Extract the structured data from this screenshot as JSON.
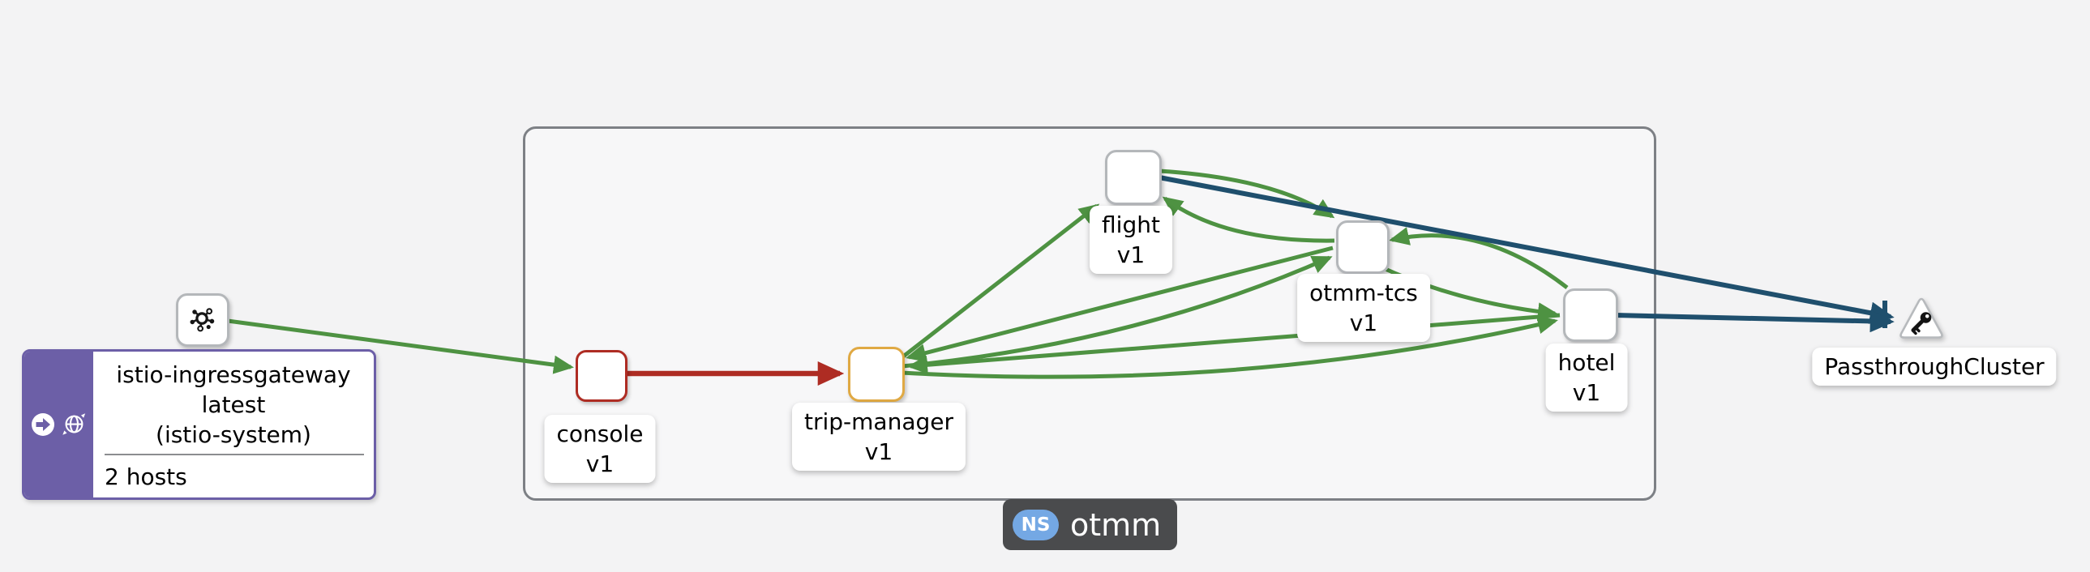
{
  "app": "service-mesh-graph",
  "colors": {
    "background": "#f3f3f4",
    "namespace_fill": "#f7f7f8",
    "namespace_border": "#7d8085",
    "edge_healthy_green": "#4e9242",
    "edge_error_red": "#ae2c23",
    "edge_tcp_blue": "#1f4f6d",
    "node_default_border": "#b4b7ba",
    "node_error_border": "#ae2c23",
    "node_warning_border": "#e0a943",
    "gateway_purple": "#6c5fa7",
    "ns_badge_bg": "#4a4b4d",
    "ns_pill_blue": "#74a8e4"
  },
  "namespace": {
    "badge_abbr": "NS",
    "name": "otmm"
  },
  "nodes": {
    "ingress_workload": {
      "icon": "mesh-icon"
    },
    "ingress_box": {
      "name": "istio-ingressgateway",
      "version": "latest",
      "namespace": "(istio-system)",
      "hosts": "2 hosts",
      "icons": [
        "arrow-circle-icon",
        "gateway-globe-icon"
      ]
    },
    "console": {
      "name": "console",
      "version": "v1"
    },
    "trip_manager": {
      "name": "trip-manager",
      "version": "v1"
    },
    "flight": {
      "name": "flight",
      "version": "v1"
    },
    "otmm_tcs": {
      "name": "otmm-tcs",
      "version": "v1"
    },
    "hotel": {
      "name": "hotel",
      "version": "v1"
    },
    "passthrough": {
      "name": "PassthroughCluster",
      "icon": "key-icon"
    }
  },
  "edges": [
    {
      "from": "istio-ingressgateway",
      "to": "console",
      "status": "healthy",
      "color": "#4e9242"
    },
    {
      "from": "console",
      "to": "trip-manager",
      "status": "error",
      "color": "#ae2c23"
    },
    {
      "from": "trip-manager",
      "to": "flight",
      "status": "healthy",
      "color": "#4e9242"
    },
    {
      "from": "trip-manager",
      "to": "otmm-tcs",
      "status": "healthy",
      "color": "#4e9242"
    },
    {
      "from": "trip-manager",
      "to": "hotel",
      "status": "healthy",
      "color": "#4e9242"
    },
    {
      "from": "otmm-tcs",
      "to": "trip-manager",
      "status": "healthy",
      "color": "#4e9242"
    },
    {
      "from": "hotel",
      "to": "trip-manager",
      "status": "healthy",
      "color": "#4e9242"
    },
    {
      "from": "flight",
      "to": "otmm-tcs",
      "status": "healthy",
      "color": "#4e9242"
    },
    {
      "from": "otmm-tcs",
      "to": "flight",
      "status": "healthy",
      "color": "#4e9242"
    },
    {
      "from": "otmm-tcs",
      "to": "hotel",
      "status": "healthy",
      "color": "#4e9242"
    },
    {
      "from": "hotel",
      "to": "otmm-tcs",
      "status": "healthy",
      "color": "#4e9242"
    },
    {
      "from": "flight",
      "to": "PassthroughCluster",
      "status": "tcp",
      "color": "#1f4f6d"
    },
    {
      "from": "hotel",
      "to": "PassthroughCluster",
      "status": "tcp",
      "color": "#1f4f6d"
    }
  ]
}
